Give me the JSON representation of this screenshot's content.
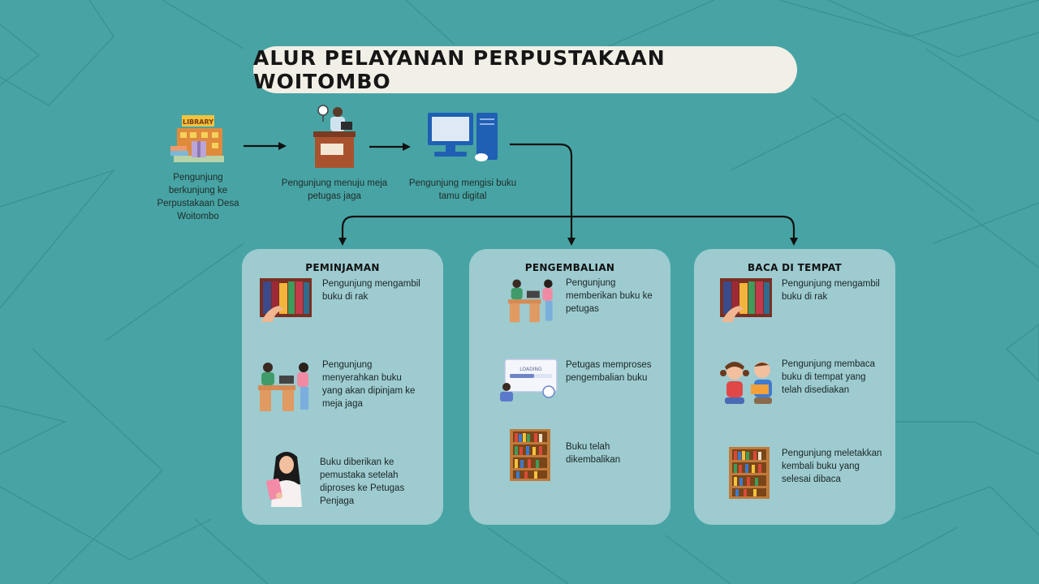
{
  "title": "ALUR PELAYANAN PERPUSTAKAAN WOITOMBO",
  "colors": {
    "background": "#48a4a4",
    "panel": "#9dcbd0",
    "title_pill": "#f2efe6",
    "line": "#111111"
  },
  "top_flow": [
    {
      "icon": "library-building-icon",
      "text": "Pengunjung berkunjung ke Perpustakaan Desa Woitombo"
    },
    {
      "icon": "reception-desk-icon",
      "text": "Pengunjung menuju meja petugas jaga"
    },
    {
      "icon": "desktop-computer-icon",
      "text": "Pengunjung mengisi buku tamu digital"
    }
  ],
  "panels": [
    {
      "title": "PEMINJAMAN",
      "steps": [
        {
          "icon": "bookshelf-hand-icon",
          "text": "Pengunjung mengambil buku di rak"
        },
        {
          "icon": "desk-handover-icon",
          "text": "Pengunjung menyerahkan buku yang akan dipinjam ke meja jaga"
        },
        {
          "icon": "woman-holding-book-icon",
          "text": "Buku diberikan ke pemustaka setelah diproses ke Petugas Penjaga"
        }
      ]
    },
    {
      "title": "PENGEMBALIAN",
      "steps": [
        {
          "icon": "desk-handover-icon",
          "text": "Pengunjung memberikan buku ke petugas"
        },
        {
          "icon": "loading-process-icon",
          "text": "Petugas memproses pengembalian buku",
          "loading_label": "LOADING"
        },
        {
          "icon": "bookcase-icon",
          "text": "Buku telah dikembalikan"
        }
      ]
    },
    {
      "title": "BACA DI TEMPAT",
      "steps": [
        {
          "icon": "bookshelf-hand-icon",
          "text": "Pengunjung mengambil buku di rak"
        },
        {
          "icon": "children-reading-icon",
          "text": "Pengunjung membaca buku di tempat yang telah disediakan"
        },
        {
          "icon": "bookcase-icon",
          "text": "Pengunjung meletakkan kembali buku yang selesai dibaca"
        }
      ]
    }
  ],
  "library_sign": "LIBRARY"
}
